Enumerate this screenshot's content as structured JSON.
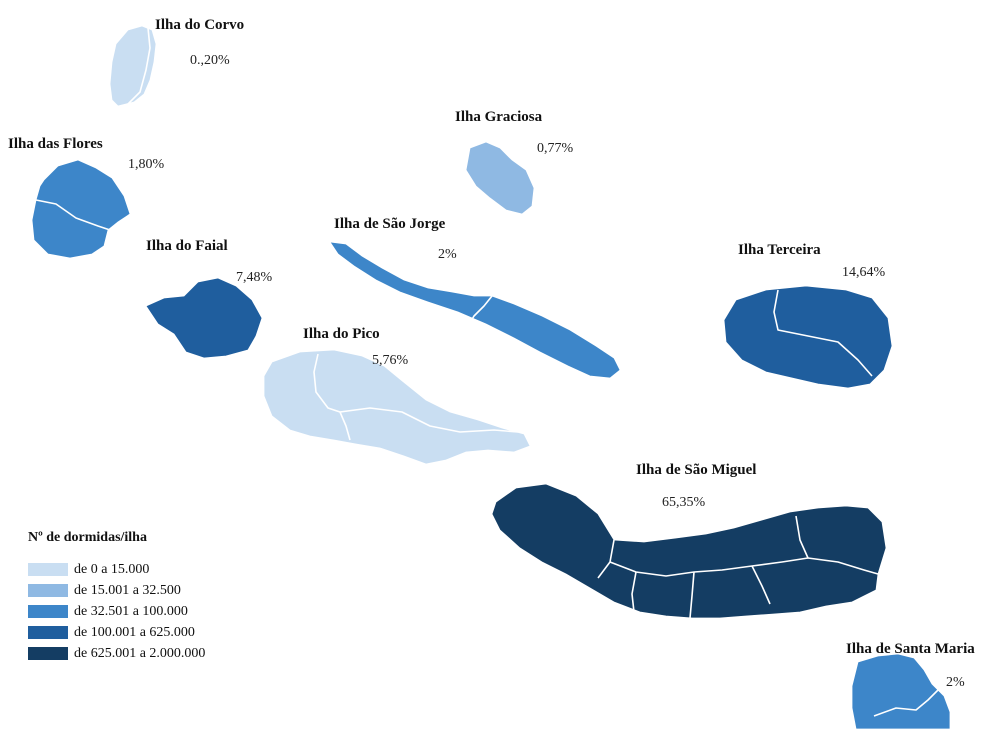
{
  "legend": {
    "title": "Nº de dormidas/ilha",
    "classes": [
      {
        "label": "de 0 a 15.000",
        "color": "#c9def2"
      },
      {
        "label": "de 15.001 a 32.500",
        "color": "#8fb9e3"
      },
      {
        "label": "de 32.501 a 100.000",
        "color": "#3d86c9"
      },
      {
        "label": "de 100.001 a 625.000",
        "color": "#1f5e9e"
      },
      {
        "label": "de 625.001 a 2.000.000",
        "color": "#143d63"
      }
    ]
  },
  "islands": [
    {
      "key": "corvo",
      "name": "Ilha do Corvo",
      "share": "0.,20%",
      "class": 0
    },
    {
      "key": "flores",
      "name": "Ilha das Flores",
      "share": "1,80%",
      "class": 2
    },
    {
      "key": "graciosa",
      "name": "Ilha Graciosa",
      "share": "0,77%",
      "class": 1
    },
    {
      "key": "faial",
      "name": "Ilha do Faial",
      "share": "7,48%",
      "class": 3
    },
    {
      "key": "sao-jorge",
      "name": "Ilha de São Jorge",
      "share": "2%",
      "class": 2
    },
    {
      "key": "pico",
      "name": "Ilha do Pico",
      "share": "5,76%",
      "class": 0
    },
    {
      "key": "terceira",
      "name": "Ilha Terceira",
      "share": "14,64%",
      "class": 3
    },
    {
      "key": "sao-miguel",
      "name": "Ilha de São Miguel",
      "share": "65,35%",
      "class": 4
    },
    {
      "key": "santa-maria",
      "name": "Ilha de Santa Maria",
      "share": "2%",
      "class": 2
    }
  ]
}
